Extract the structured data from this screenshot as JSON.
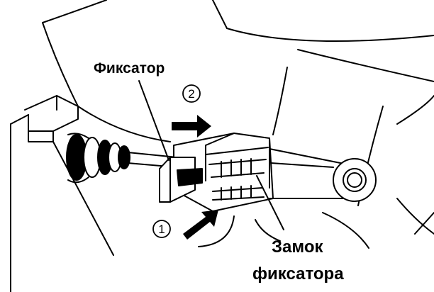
{
  "labels": {
    "latch": "Фиксатор",
    "lock_line1": "Замок",
    "lock_line2": "фиксатора"
  },
  "steps": {
    "first": "1",
    "second": "2"
  },
  "colors": {
    "ink": "#000000",
    "paper": "#ffffff"
  }
}
